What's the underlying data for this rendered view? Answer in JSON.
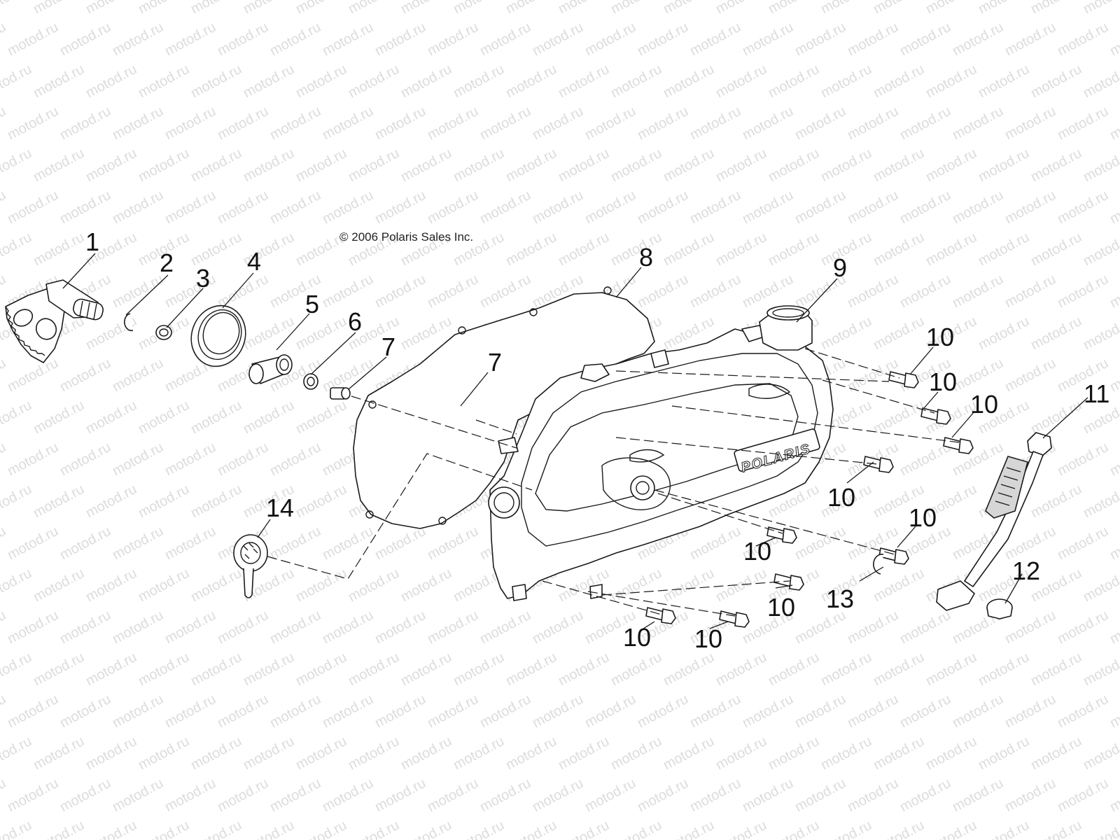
{
  "copyright": "© 2006 Polaris Sales Inc.",
  "watermark_text": "motod.ru",
  "brand_logo": "POLARIS",
  "callouts": [
    "1",
    "2",
    "3",
    "4",
    "5",
    "6",
    "7",
    "7",
    "8",
    "9",
    "10",
    "10",
    "10",
    "10",
    "10",
    "10",
    "10",
    "10",
    "10",
    "11",
    "12",
    "13",
    "14"
  ],
  "colors": {
    "line": "#1a1a1a",
    "watermark": "#dcdcdc",
    "shaded": "#d6d6d6"
  }
}
